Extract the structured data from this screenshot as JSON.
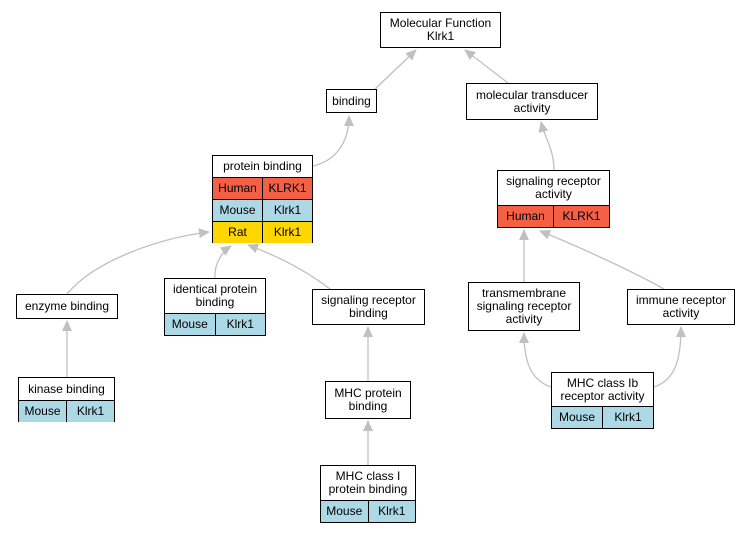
{
  "nodes": {
    "mf_root": {
      "lines": [
        "Molecular Function",
        "Klrk1"
      ],
      "orgs": []
    },
    "binding": {
      "lines": [
        "binding"
      ],
      "orgs": []
    },
    "mta": {
      "lines": [
        "molecular transducer",
        "activity"
      ],
      "orgs": []
    },
    "protein_binding": {
      "lines": [
        "protein binding"
      ],
      "orgs": [
        {
          "species": "Human",
          "gene": "KLRK1",
          "color": "#f46045"
        },
        {
          "species": "Mouse",
          "gene": "Klrk1",
          "color": "#add8e6"
        },
        {
          "species": "Rat",
          "gene": "Klrk1",
          "color": "#ffd700"
        }
      ]
    },
    "sra": {
      "lines": [
        "signaling receptor",
        "activity"
      ],
      "orgs": [
        {
          "species": "Human",
          "gene": "KLRK1",
          "color": "#f46045"
        }
      ]
    },
    "enzyme_binding": {
      "lines": [
        "enzyme binding"
      ],
      "orgs": []
    },
    "identical_pb": {
      "lines": [
        "identical protein",
        "binding"
      ],
      "orgs": [
        {
          "species": "Mouse",
          "gene": "Klrk1",
          "color": "#add8e6"
        }
      ]
    },
    "srb": {
      "lines": [
        "signaling receptor",
        "binding"
      ],
      "orgs": []
    },
    "tsra": {
      "lines": [
        "transmembrane",
        "signaling receptor",
        "activity"
      ],
      "orgs": []
    },
    "ira": {
      "lines": [
        "immune receptor",
        "activity"
      ],
      "orgs": []
    },
    "kinase_binding": {
      "lines": [
        "kinase binding"
      ],
      "orgs": [
        {
          "species": "Mouse",
          "gene": "Klrk1",
          "color": "#add8e6"
        }
      ]
    },
    "mhc_pb": {
      "lines": [
        "MHC protein",
        "binding"
      ],
      "orgs": []
    },
    "mhc_ib": {
      "lines": [
        "MHC class Ib",
        "receptor activity"
      ],
      "orgs": [
        {
          "species": "Mouse",
          "gene": "Klrk1",
          "color": "#add8e6"
        }
      ]
    },
    "mhc_i_pb": {
      "lines": [
        "MHC class I",
        "protein binding"
      ],
      "orgs": [
        {
          "species": "Mouse",
          "gene": "Klrk1",
          "color": "#add8e6"
        }
      ]
    }
  },
  "edges": [
    {
      "from": "binding",
      "to": "mf_root"
    },
    {
      "from": "mta",
      "to": "mf_root"
    },
    {
      "from": "protein_binding",
      "to": "binding"
    },
    {
      "from": "sra",
      "to": "mta"
    },
    {
      "from": "enzyme_binding",
      "to": "protein_binding"
    },
    {
      "from": "identical_pb",
      "to": "protein_binding"
    },
    {
      "from": "srb",
      "to": "protein_binding"
    },
    {
      "from": "tsra",
      "to": "sra"
    },
    {
      "from": "ira",
      "to": "sra"
    },
    {
      "from": "kinase_binding",
      "to": "enzyme_binding"
    },
    {
      "from": "mhc_pb",
      "to": "srb"
    },
    {
      "from": "mhc_i_pb",
      "to": "mhc_pb"
    },
    {
      "from": "mhc_ib",
      "to": "tsra"
    },
    {
      "from": "mhc_ib",
      "to": "ira"
    }
  ]
}
